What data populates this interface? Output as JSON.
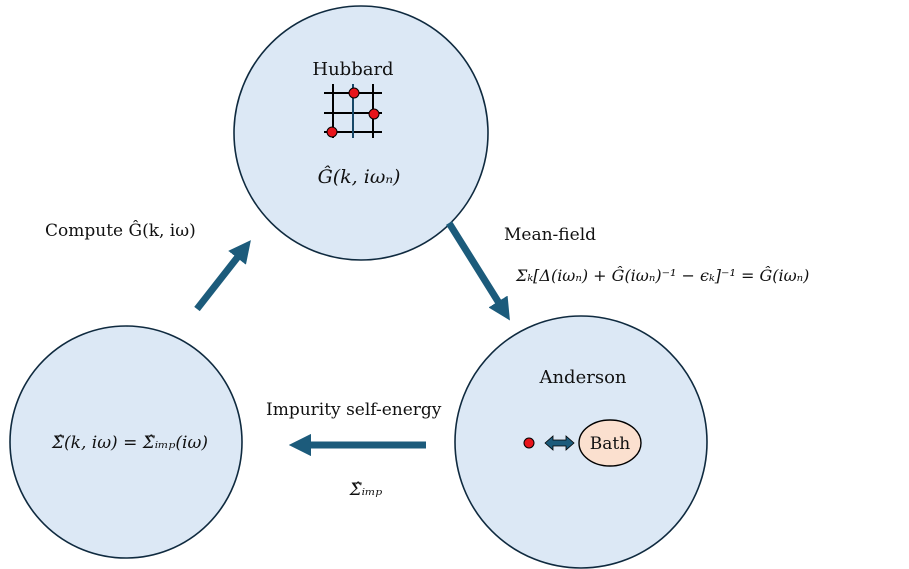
{
  "nodes": {
    "hubbard": {
      "title": "Hubbard",
      "formula": "Ĝ(k, iωₙ)"
    },
    "anderson": {
      "title": "Anderson",
      "bath_label": "Bath"
    },
    "self_energy": {
      "formula": "Σ̂(k, iω) = Σ̂ᵢₘₚ(iω)"
    }
  },
  "edges": {
    "compute": {
      "label": "Compute Ĝ(k, iω)"
    },
    "mean_field": {
      "label": "Mean-field",
      "formula": "Σₖ[Δ(iωₙ) + Ĝ(iωₙ)⁻¹ − ϵₖ]⁻¹ = Ĝ(iωₙ)"
    },
    "impurity": {
      "label": "Impurity self-energy",
      "formula": "Σ̂ᵢₘₚ"
    }
  },
  "colors": {
    "circle_fill": "#dce8f5",
    "circle_stroke": "#0f2a3f",
    "arrow": "#1c5b7b",
    "bath_fill": "#fbe0cf",
    "site_dot": "#e8141b",
    "lattice_line": "#000000"
  }
}
